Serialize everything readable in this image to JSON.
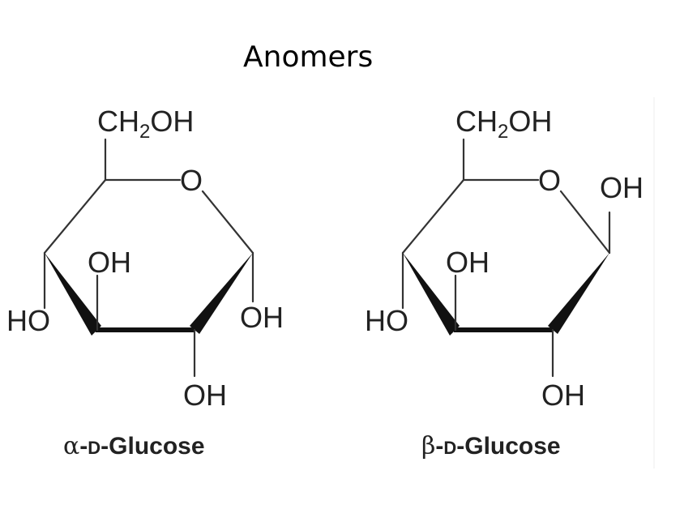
{
  "title": "Anomers",
  "alpha": {
    "name_prefix": "α",
    "name_sep1": "-",
    "name_d": "D",
    "name_sep2": "-",
    "name_rest": "Glucose",
    "ch2oh_c": "CH",
    "ch2oh_sub": "2",
    "ch2oh_oh": "OH",
    "ring_o": "O",
    "c4_oh": "OH",
    "c4_ho": "HO",
    "c1_oh": "OH",
    "c2_oh": "OH"
  },
  "beta": {
    "name_prefix": "β",
    "name_sep1": "-",
    "name_d": "D",
    "name_sep2": "-",
    "name_rest": "Glucose",
    "ch2oh_c": "CH",
    "ch2oh_sub": "2",
    "ch2oh_oh": "OH",
    "ring_o": "O",
    "c1_oh": "OH",
    "c3_oh": "OH",
    "c4_ho": "HO",
    "c2_oh": "OH"
  }
}
